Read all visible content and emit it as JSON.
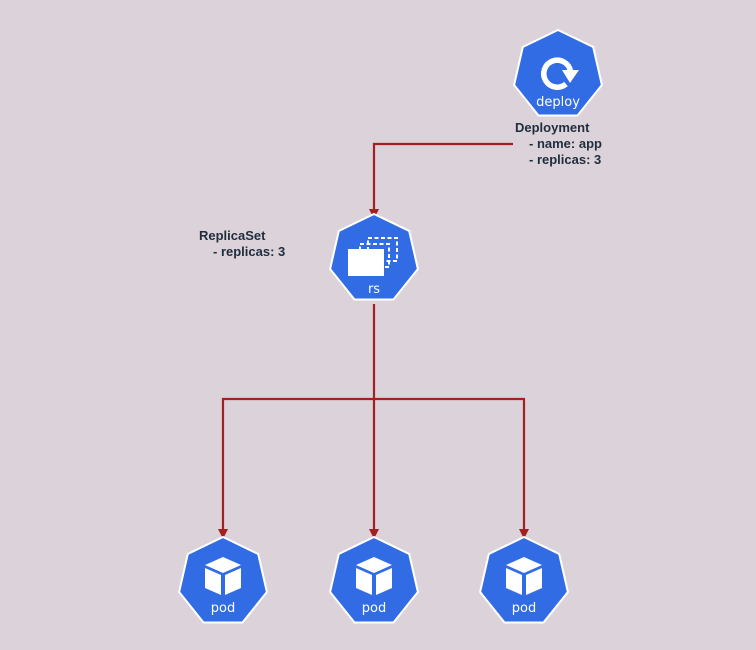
{
  "colors": {
    "background": "#dcd3da",
    "node_fill": "#326ce5",
    "node_border": "#ffffff",
    "arrow": "#a32020",
    "text": "#1f2d3d"
  },
  "nodes": {
    "deploy": {
      "label": "deploy",
      "icon": "rotate-arrow-icon"
    },
    "rs": {
      "label": "rs",
      "icon": "stacked-windows-icon"
    },
    "pods": [
      {
        "label": "pod",
        "icon": "cube-icon"
      },
      {
        "label": "pod",
        "icon": "cube-icon"
      },
      {
        "label": "pod",
        "icon": "cube-icon"
      }
    ]
  },
  "notes": {
    "deployment": {
      "title": "Deployment",
      "lines": [
        "- name: app",
        "- replicas: 3"
      ]
    },
    "replicaset": {
      "title": "ReplicaSet",
      "lines": [
        "- replicas: 3"
      ]
    }
  }
}
